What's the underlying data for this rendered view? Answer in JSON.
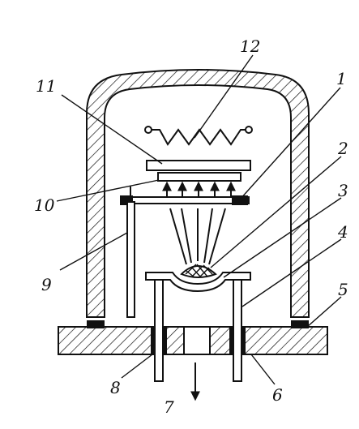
{
  "diagram": {
    "colors": {
      "ink": "#111111",
      "paper": "#ffffff"
    },
    "callouts": [
      {
        "id": "1",
        "text": "1"
      },
      {
        "id": "2",
        "text": "2"
      },
      {
        "id": "3",
        "text": "3"
      },
      {
        "id": "4",
        "text": "4"
      },
      {
        "id": "5",
        "text": "5"
      },
      {
        "id": "6",
        "text": "6"
      },
      {
        "id": "7",
        "text": "7"
      },
      {
        "id": "8",
        "text": "8"
      },
      {
        "id": "9",
        "text": "9"
      },
      {
        "id": "10",
        "text": "10"
      },
      {
        "id": "11",
        "text": "11"
      },
      {
        "id": "12",
        "text": "12"
      }
    ]
  }
}
